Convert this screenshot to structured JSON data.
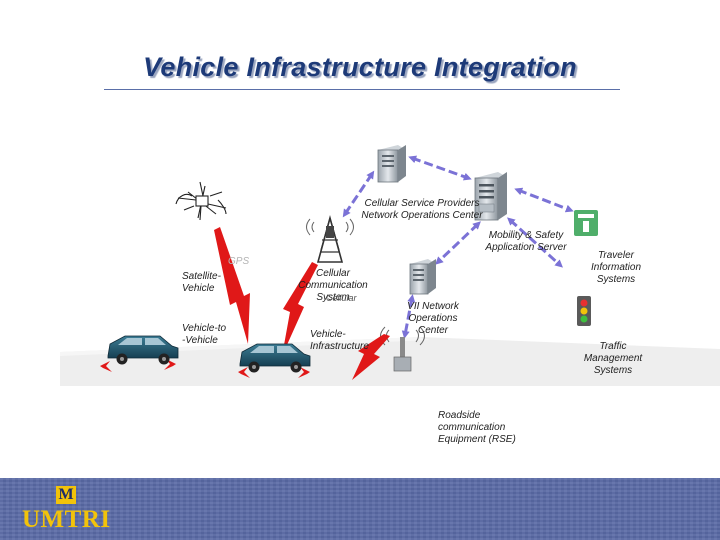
{
  "slide": {
    "title": "Vehicle Infrastructure Integration"
  },
  "labels": {
    "cellular_provider": "Cellular Service Providers\nNetwork Operations Center",
    "mobility_server": "Mobility & Safety\nApplication Server",
    "traveler_info": "Traveler\nInformation\nSystems",
    "gps": "GPS",
    "satellite_vehicle": "Satellite-\nVehicle",
    "cellular_comm": "Cellular\nCommunication\nSystem",
    "cellular_overlap": "Cellular",
    "vii_noc": "VII Network\nOperations\nCenter",
    "vehicle_to_vehicle": "Vehicle-to\n-Vehicle",
    "vehicle_infrastructure": "Vehicle-\nInfrastructure",
    "traffic_mgmt": "Traffic\nManagement\nSystems",
    "rse": "Roadside\ncommunication\nEquipment (RSE)"
  },
  "footer": {
    "logo_letter": "M",
    "logo_text": "UMTRI"
  },
  "colors": {
    "title": "#1d3a78",
    "footer_bg": "#5a6aa6",
    "logo_gold": "#f2c30a",
    "lightning_red": "#e01818",
    "network_arrow": "#7b72d6",
    "road": "#eeeeee",
    "car_body": "#1f5970"
  }
}
